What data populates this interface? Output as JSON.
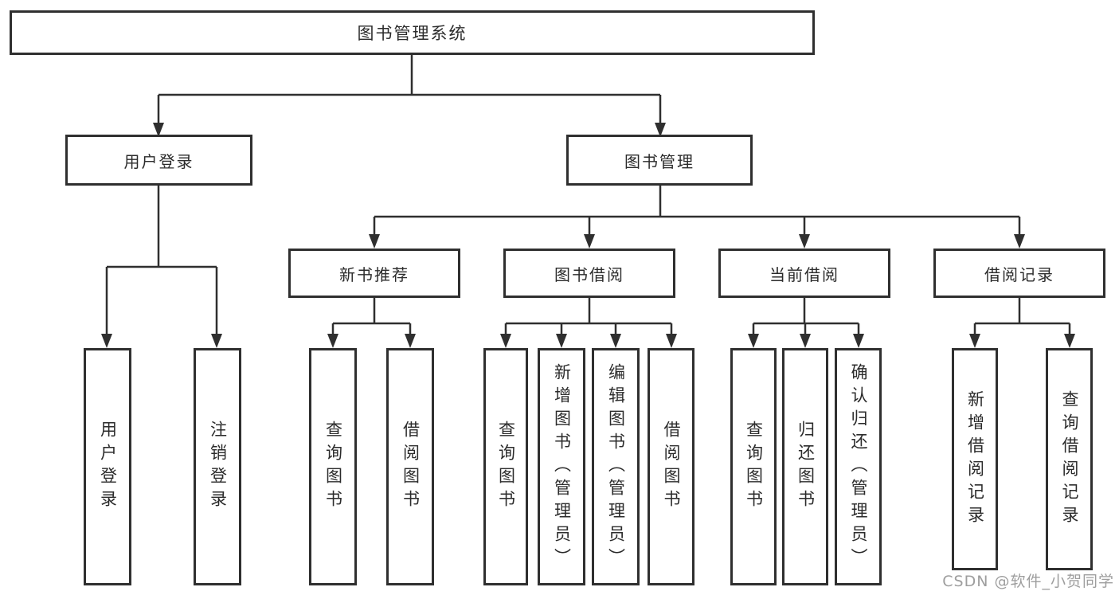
{
  "tree": {
    "label": "图书管理系统",
    "children": [
      {
        "label": "用户登录",
        "children": [
          {
            "label": "用户登录"
          },
          {
            "label": "注销登录"
          }
        ]
      },
      {
        "label": "图书管理",
        "children": [
          {
            "label": "新书推荐",
            "children": [
              {
                "label": "查询图书"
              },
              {
                "label": "借阅图书"
              }
            ]
          },
          {
            "label": "图书借阅",
            "children": [
              {
                "label": "查询图书"
              },
              {
                "label": "新增图书（管理员）"
              },
              {
                "label": "编辑图书（管理员）"
              },
              {
                "label": "借阅图书"
              }
            ]
          },
          {
            "label": "当前借阅",
            "children": [
              {
                "label": "查询图书"
              },
              {
                "label": "归还图书"
              },
              {
                "label": "确认归还（管理员）"
              }
            ]
          },
          {
            "label": "借阅记录",
            "children": [
              {
                "label": "新增借阅记录"
              },
              {
                "label": "查询借阅记录"
              }
            ]
          }
        ]
      }
    ]
  },
  "watermark": {
    "text": "CSDN @软件_小贺同学"
  },
  "colors": {
    "line": "#2f2f2f",
    "border": "#2f2f2f",
    "text": "#2b2b2b",
    "watermark": "#9e9e9e",
    "background": "#ffffff"
  }
}
